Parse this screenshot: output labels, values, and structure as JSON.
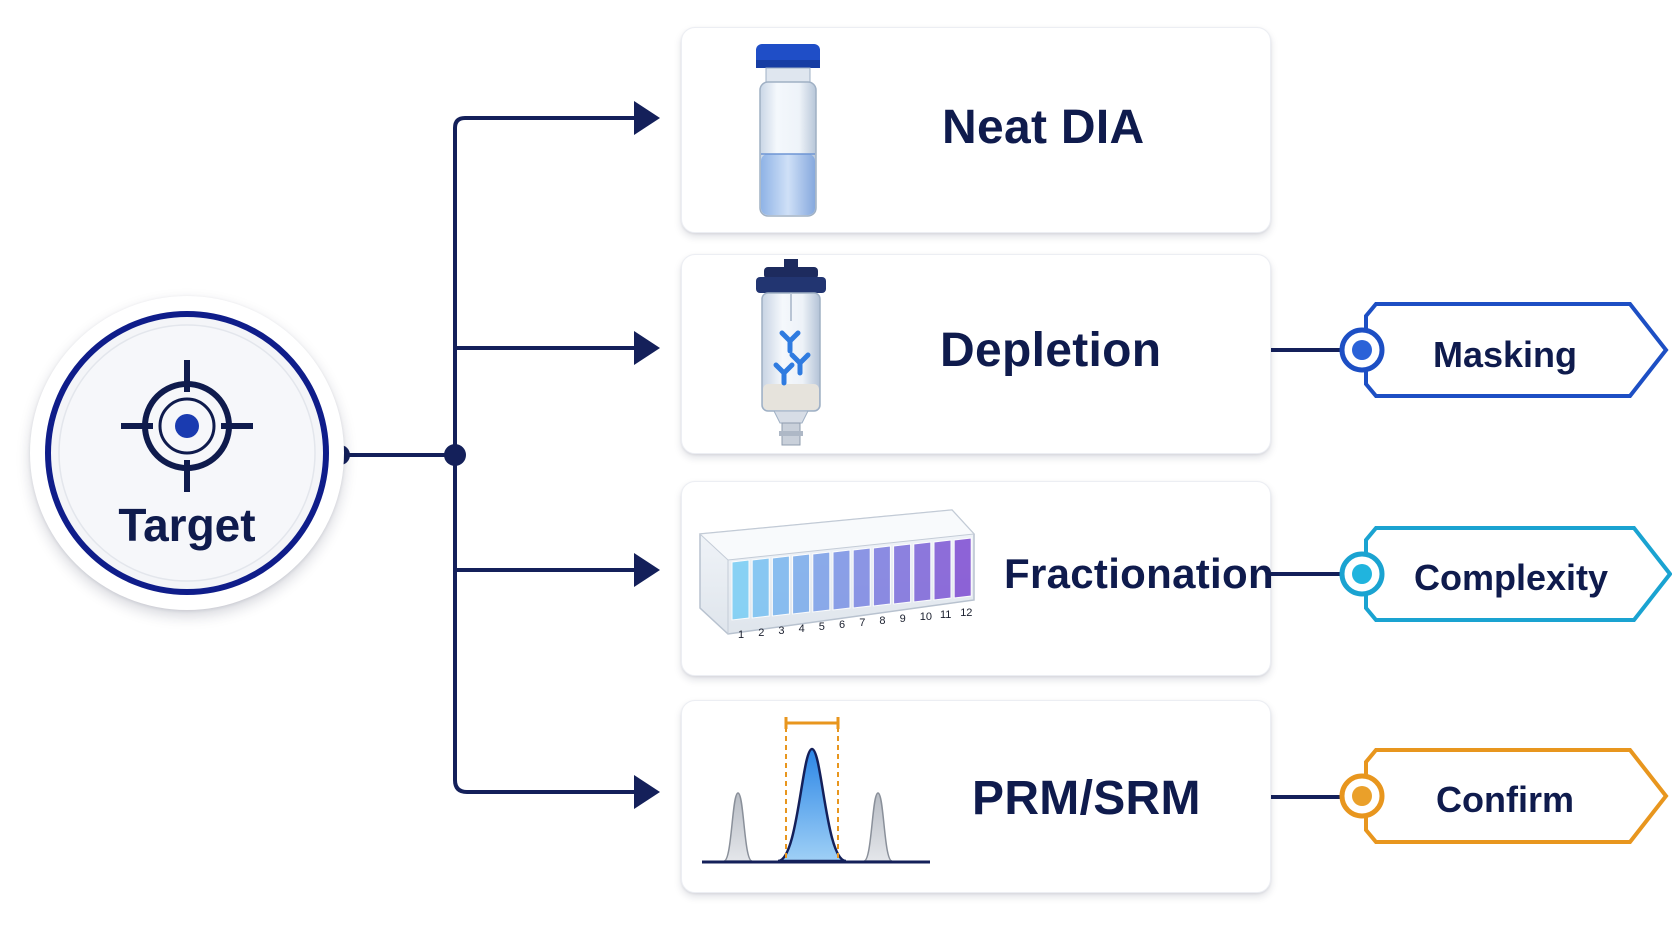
{
  "target": {
    "label": "Target"
  },
  "methods": [
    {
      "label": "Neat DIA",
      "icon": "vial-icon"
    },
    {
      "label": "Depletion",
      "icon": "depletion-column-icon"
    },
    {
      "label": "Fractionation",
      "icon": "fraction-plate-icon"
    },
    {
      "label": "PRM/SRM",
      "icon": "chromatogram-peak-icon"
    }
  ],
  "plate_numbers": [
    "1",
    "2",
    "3",
    "4",
    "5",
    "6",
    "7",
    "8",
    "9",
    "10",
    "11",
    "12"
  ],
  "tags": [
    {
      "label": "Masking",
      "color": "#1d4fc4",
      "dot_color": "#2a62d8"
    },
    {
      "label": "Complexity",
      "color": "#1aa3d1",
      "dot_color": "#20b4de"
    },
    {
      "label": "Confirm",
      "color": "#e8961e",
      "dot_color": "#eaa02a"
    }
  ],
  "colors": {
    "navy": "#0f1b4d",
    "line": "#14205a"
  }
}
